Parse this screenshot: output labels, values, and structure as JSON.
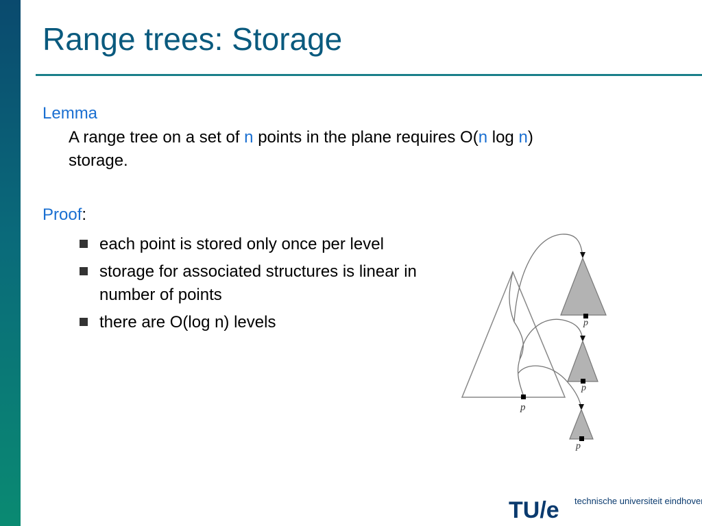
{
  "slide": {
    "title": "Range trees: Storage",
    "lemma": {
      "label": "Lemma",
      "t1": "A range tree on a set of ",
      "n1": "n",
      "t2": " points in the plane requires O(",
      "n2": "n",
      "t3": " log ",
      "n3": "n",
      "t4": ")",
      "t5": "storage."
    },
    "proof": {
      "label": "Proof",
      "colon": ":",
      "bullets": [
        "each point is stored only once per level",
        "storage for associated structures is linear in number of points",
        "there are O(log n) levels"
      ]
    },
    "diagram": {
      "point_label": "p"
    },
    "footer": {
      "logo": "TU/e",
      "institution": "technische universiteit eindhoven"
    }
  },
  "colors": {
    "title": "#0a5a7e",
    "highlight": "#1a6fd1",
    "tree_fill": "#b3b3b3",
    "side_bar": "#0a6a7a"
  }
}
